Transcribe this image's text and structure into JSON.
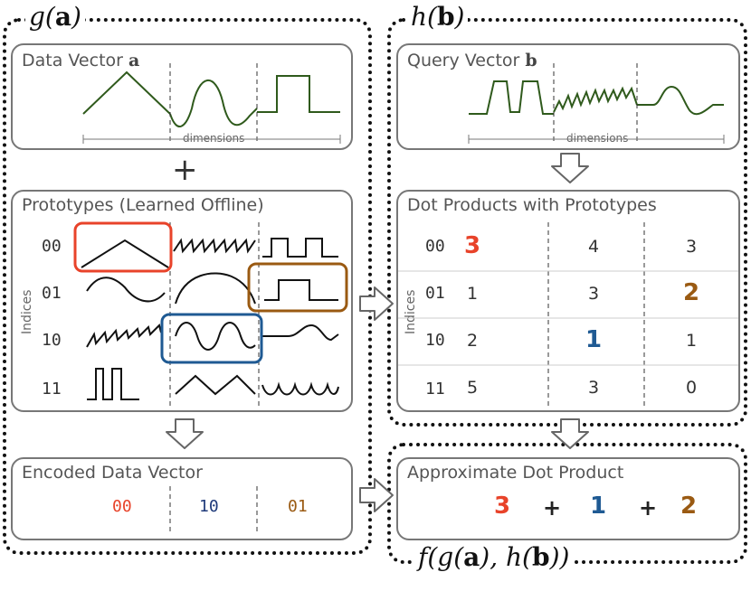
{
  "functions": {
    "g": "g(a)",
    "h": "h(b)",
    "f": "f(g(a), h(b))"
  },
  "data_panel": {
    "title": "Data Vector",
    "symbol": "a",
    "dimensions": "dimensions"
  },
  "plus_sign": "+",
  "prototypes_panel": {
    "title": "Prototypes (Learned Offline)",
    "axis_label": "Indices",
    "indices": [
      "00",
      "01",
      "10",
      "11"
    ]
  },
  "encoded_panel": {
    "title": "Encoded Data Vector",
    "codes": [
      "00",
      "10",
      "01"
    ]
  },
  "query_panel": {
    "title": "Query Vector",
    "symbol": "b",
    "dimensions": "dimensions"
  },
  "dot_panel": {
    "title": "Dot Products with Prototypes",
    "axis_label": "Indices",
    "indices": [
      "00",
      "01",
      "10",
      "11"
    ],
    "rows": [
      [
        "3",
        "4",
        "3"
      ],
      [
        "1",
        "3",
        "2"
      ],
      [
        "2",
        "1",
        "1"
      ],
      [
        "5",
        "3",
        "0"
      ]
    ]
  },
  "approx_panel": {
    "title": "Approximate Dot Product",
    "terms": [
      "3",
      "1",
      "2"
    ],
    "operators": [
      "+",
      "+"
    ]
  },
  "colors": {
    "red": "#e8432a",
    "blue": "#1f5a93",
    "brown": "#9a5a12",
    "wave": "#2f5a1c",
    "gray": "#777777"
  }
}
